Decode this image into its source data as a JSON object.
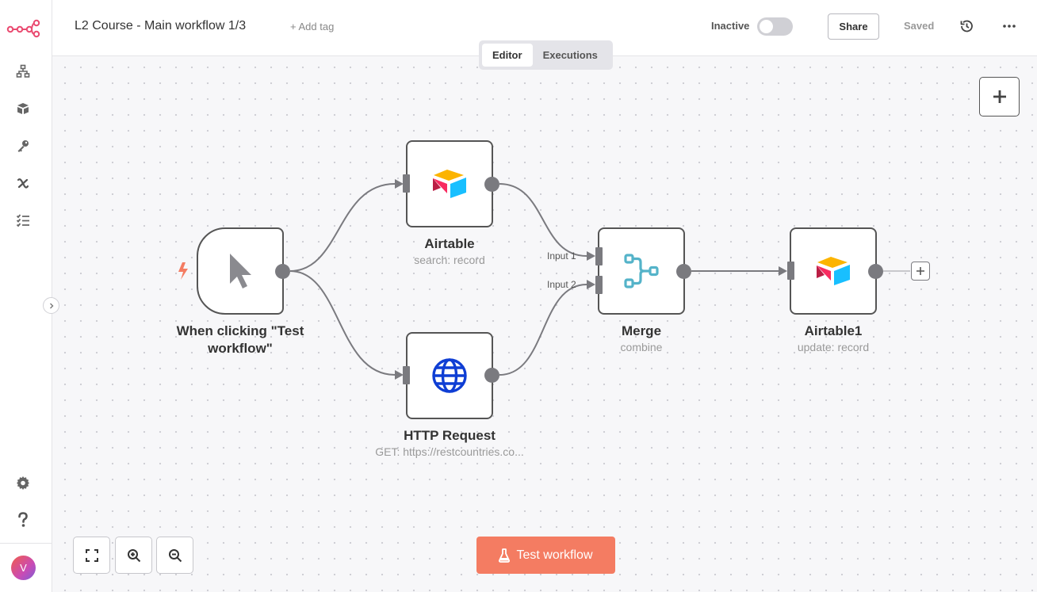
{
  "app": {
    "logo_icon": "n8n-logo-icon",
    "accent_color": "#ea4b71"
  },
  "sidebar": {
    "items": [
      {
        "icon": "workflows-icon"
      },
      {
        "icon": "templates-icon"
      },
      {
        "icon": "credentials-icon"
      },
      {
        "icon": "variables-icon"
      },
      {
        "icon": "executions-icon"
      }
    ],
    "bottom": [
      {
        "icon": "settings-icon"
      },
      {
        "icon": "help-icon"
      }
    ],
    "avatar_initial": "V"
  },
  "header": {
    "title": "L2 Course - Main workflow 1/3",
    "add_tag": "+ Add tag",
    "status_label": "Inactive",
    "share_label": "Share",
    "saved_label": "Saved"
  },
  "tabs": [
    {
      "label": "Editor",
      "active": true
    },
    {
      "label": "Executions",
      "active": false
    }
  ],
  "nodes": {
    "trigger": {
      "title": "When clicking \"Test workflow\"",
      "icon": "cursor-icon"
    },
    "airtable": {
      "title": "Airtable",
      "subtitle": "search: record",
      "icon": "airtable-icon"
    },
    "http": {
      "title": "HTTP Request",
      "subtitle": "GET: https://restcountries.co...",
      "icon": "globe-icon"
    },
    "merge": {
      "title": "Merge",
      "subtitle": "combine",
      "icon": "merge-icon",
      "inputs": [
        "Input 1",
        "Input 2"
      ]
    },
    "airtable1": {
      "title": "Airtable1",
      "subtitle": "update: record",
      "icon": "airtable-icon"
    }
  },
  "canvas": {
    "test_button_label": "Test workflow",
    "test_button_color": "#f47c62"
  }
}
